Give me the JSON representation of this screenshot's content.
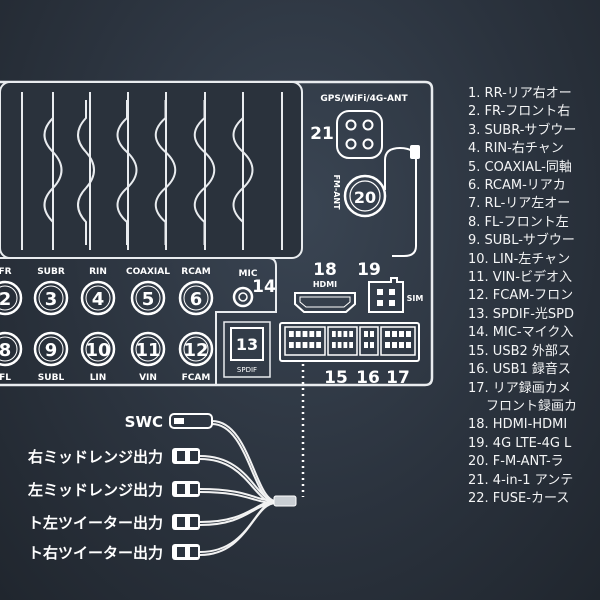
{
  "panel": {
    "gps_label": "GPS/WiFi/4G-ANT",
    "fm_label": "FM-ANT",
    "hdmi_label": "HDMI",
    "sim_label": "SIM",
    "spdif_label": "SPDIF",
    "mic_label": "MIC"
  },
  "top_jacks": [
    {
      "top": "FR",
      "num": "2"
    },
    {
      "top": "SUBR",
      "num": "3"
    },
    {
      "top": "RIN",
      "num": "4"
    },
    {
      "top": "COAXIAL",
      "num": "5"
    },
    {
      "top": "RCAM",
      "num": "6"
    }
  ],
  "bottom_jacks": [
    {
      "bottom": "FL",
      "num": "8"
    },
    {
      "bottom": "SUBL",
      "num": "9"
    },
    {
      "bottom": "LIN",
      "num": "10"
    },
    {
      "bottom": "VIN",
      "num": "11"
    },
    {
      "bottom": "FCAM",
      "num": "12"
    }
  ],
  "numbers": {
    "n13": "13",
    "n14": "14",
    "n15": "15",
    "n16": "16",
    "n17": "17",
    "n18": "18",
    "n19": "19",
    "n20": "20",
    "n21": "21"
  },
  "harness": [
    {
      "label": "SWC"
    },
    {
      "label": "右ミッドレンジ出力"
    },
    {
      "label": "左ミッドレンジ出力"
    },
    {
      "label": "ト左ツイーター出力"
    },
    {
      "label": "ト右ツイーター出力"
    }
  ],
  "legend": [
    {
      "text": "1. RR-リア右オー",
      "cont": false
    },
    {
      "text": "2. FR-フロント右",
      "cont": false
    },
    {
      "text": "3. SUBR-サブウー",
      "cont": false
    },
    {
      "text": "4. RIN-右チャン",
      "cont": false
    },
    {
      "text": "5. COAXIAL-同軸",
      "cont": false
    },
    {
      "text": "6. RCAM-リアカ",
      "cont": false
    },
    {
      "text": "7. RL-リア左オー",
      "cont": false
    },
    {
      "text": "8. FL-フロント左",
      "cont": false
    },
    {
      "text": "9. SUBL-サブウー",
      "cont": false
    },
    {
      "text": "10. LIN-左チャン",
      "cont": false
    },
    {
      "text": "11. VIN-ビデオ入",
      "cont": false
    },
    {
      "text": "12. FCAM-フロン",
      "cont": false
    },
    {
      "text": "13. SPDIF-光SPD",
      "cont": false
    },
    {
      "text": "14. MIC-マイク入",
      "cont": false
    },
    {
      "text": "15. USB2 外部ス",
      "cont": false
    },
    {
      "text": "16. USB1 録音ス",
      "cont": false
    },
    {
      "text": "17. リア録画カメ",
      "cont": false
    },
    {
      "text": "フロント録画カ",
      "cont": true
    },
    {
      "text": "18. HDMI-HDMI",
      "cont": false
    },
    {
      "text": "19. 4G LTE-4G L",
      "cont": false
    },
    {
      "text": "20. F-M-ANT-ラ",
      "cont": false
    },
    {
      "text": "21. 4-in-1 アンテ",
      "cont": false
    },
    {
      "text": "22. FUSE-カース",
      "cont": false
    }
  ]
}
